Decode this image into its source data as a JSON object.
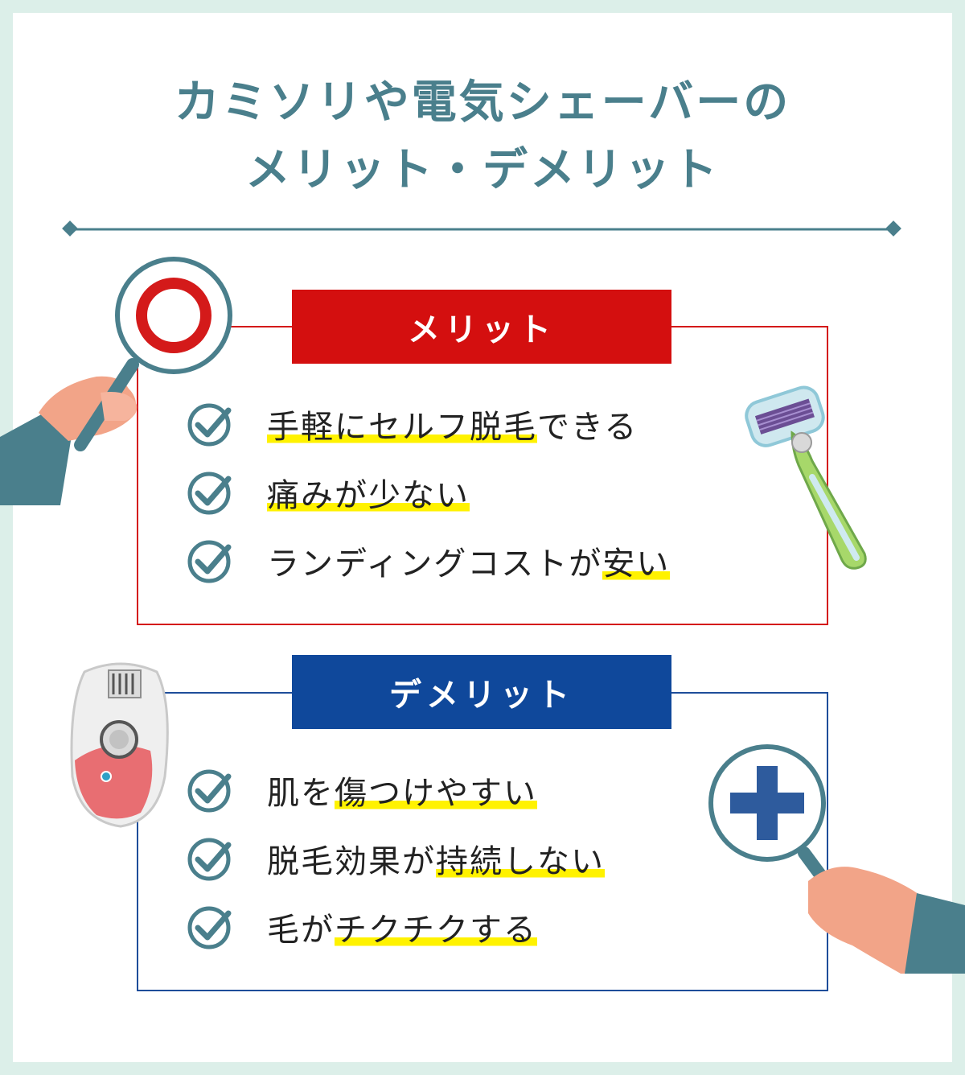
{
  "title": {
    "line1": "カミソリや電気シェーバーの",
    "line2": "メリット・デメリット"
  },
  "merit": {
    "label": "メリット",
    "symbol": "circle-mark",
    "items": [
      {
        "plain": "",
        "highlight": "手軽にセルフ脱毛",
        "rest": "できる"
      },
      {
        "plain": "",
        "highlight": "痛みが少ない",
        "rest": ""
      },
      {
        "plain": "ランディングコストが",
        "highlight": "安い",
        "rest": ""
      }
    ]
  },
  "demerit": {
    "label": "デメリット",
    "symbol": "plus-mark",
    "items": [
      {
        "plain": "肌を",
        "highlight": "傷つけやすい",
        "rest": ""
      },
      {
        "plain": "脱毛効果が",
        "highlight": "持続しない",
        "rest": ""
      },
      {
        "plain": "毛が",
        "highlight": "チクチクする",
        "rest": ""
      }
    ]
  },
  "colors": {
    "background": "#dcefe9",
    "title": "#4a7f8c",
    "merit": "#d40f0f",
    "demerit": "#0f489b",
    "highlight": "#fff200",
    "check": "#4a7f8c"
  }
}
